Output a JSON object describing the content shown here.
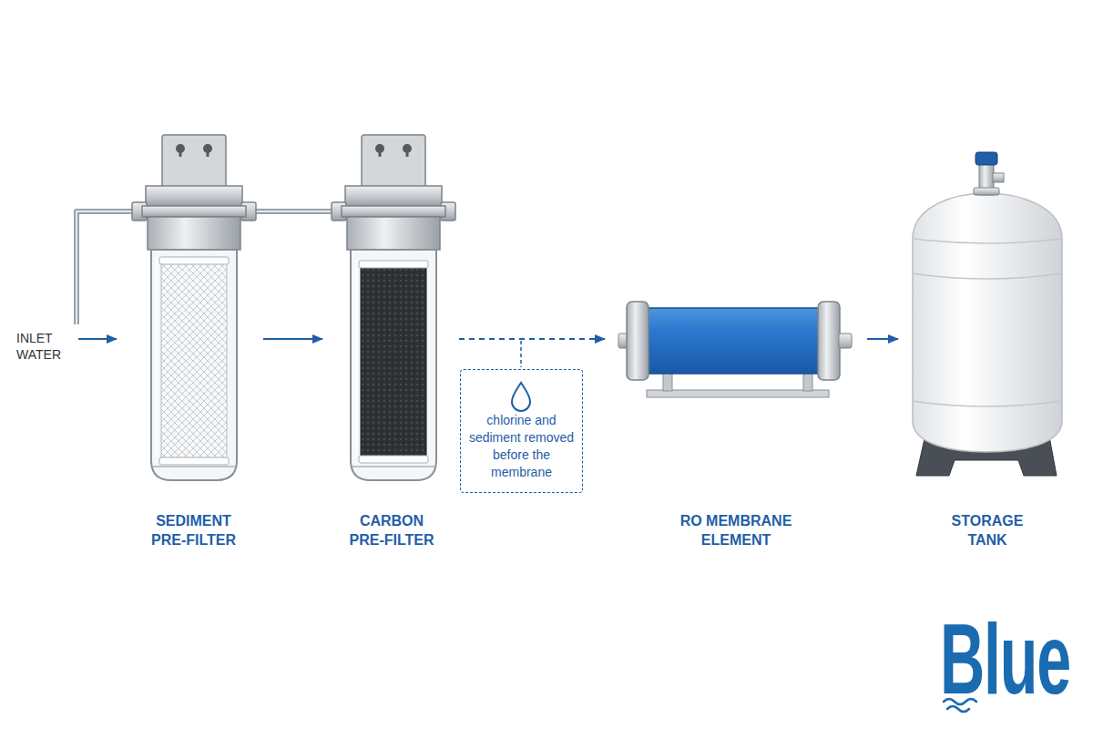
{
  "diagram": {
    "nodes": [
      {
        "text": [
          "SEDIMENT PRE-FILTER"
        ]
      },
      {
        "text": [
          "CARBON PRE-FILTER"
        ]
      },
      {
        "text": [
          "chlorine and sediment removed before the membrane"
        ]
      },
      {
        "text": [
          "RO MEMBRANE ELEMENT"
        ]
      },
      {
        "text": [
          "STORAGE TANK"
        ]
      }
    ],
    "edges": [
      {
        "from": 0,
        "to": 1,
        "arrow": "to"
      },
      {
        "from": 1,
        "to": 3,
        "arrow": "to"
      },
      {
        "from": 3,
        "to": 4,
        "arrow": "to"
      }
    ],
    "labels": [
      "INLET WATER",
      "Blue"
    ]
  }
}
